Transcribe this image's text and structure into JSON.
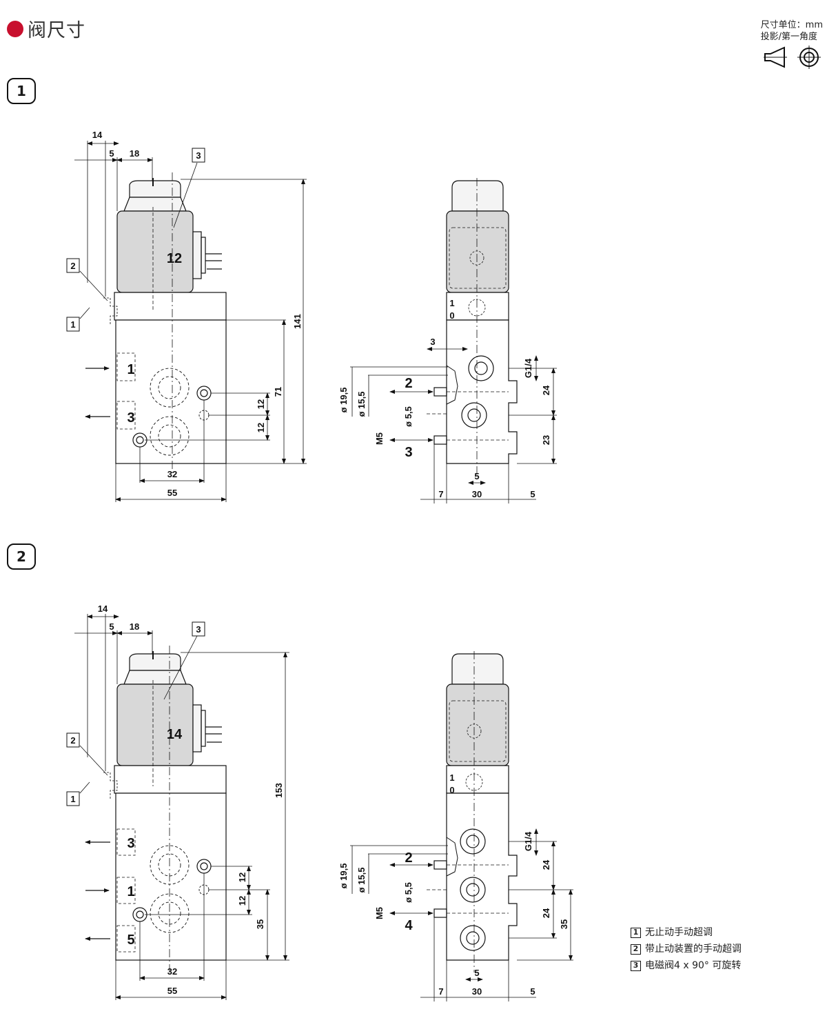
{
  "header": {
    "title": "阀尺寸",
    "units_line1": "尺寸单位：mm",
    "units_line2": "投影/第一角度",
    "accent": "#c8102e"
  },
  "figures": [
    {
      "number": "1",
      "coil_label": "12",
      "side_ports": [
        "1",
        "3"
      ],
      "dims": {
        "d14": "14",
        "d5": "5",
        "d18": "18",
        "h_total": "141",
        "h_body": "71",
        "p1": "12",
        "p2": "12",
        "w32": "32",
        "w55": "55"
      },
      "callouts": [
        "3",
        "2",
        "1"
      ],
      "side_view": {
        "pos1": "1",
        "pos0": "0",
        "port_a": "2",
        "port_b": "3",
        "dia_outer": "ø 19,5",
        "dia_inner": "ø 15,5",
        "dia_small": "ø 5,5",
        "thread": "M5",
        "g": "G1/4",
        "off3": "3",
        "v24": "24",
        "v23": "23",
        "b5": "5",
        "b7": "7",
        "b30": "30",
        "b5r": "5"
      }
    },
    {
      "number": "2",
      "coil_label": "14",
      "side_ports": [
        "3",
        "1",
        "5"
      ],
      "dims": {
        "d14": "14",
        "d5": "5",
        "d18": "18",
        "h_total": "153",
        "h_body": "35",
        "p1": "12",
        "p2": "12",
        "w32": "32",
        "w55": "55"
      },
      "callouts": [
        "3",
        "2",
        "1"
      ],
      "side_view": {
        "pos1": "1",
        "pos0": "0",
        "port_a": "2",
        "port_b": "4",
        "dia_outer": "ø 19,5",
        "dia_inner": "ø 15,5",
        "dia_small": "ø 5,5",
        "thread": "M5",
        "g": "G1/4",
        "v24a": "24",
        "v24b": "24",
        "v35": "35",
        "b5": "5",
        "b7": "7",
        "b30": "30",
        "b5r": "5"
      }
    }
  ],
  "legend": [
    {
      "num": "1",
      "text": "无止动手动超调"
    },
    {
      "num": "2",
      "text": "带止动装置的手动超调"
    },
    {
      "num": "3",
      "text": "电磁阀4 x 90°  可旋转"
    }
  ]
}
